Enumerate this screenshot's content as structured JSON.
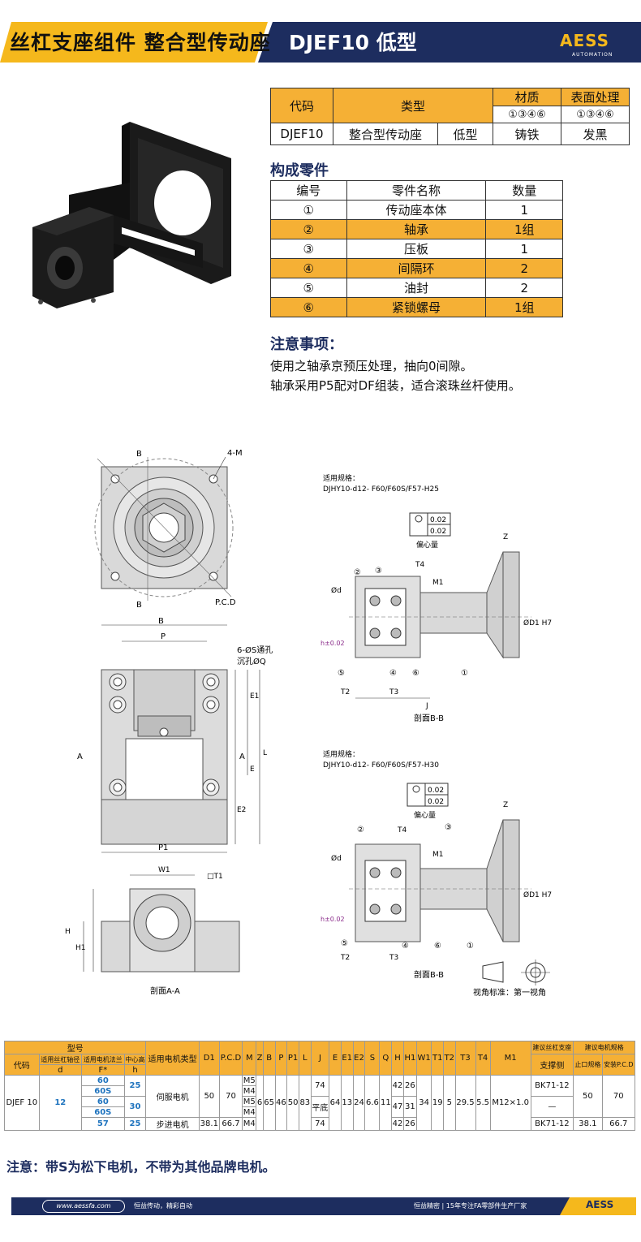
{
  "header": {
    "title": "丝杠支座组件 整合型传动座",
    "model": "DJEF10  低型",
    "logo": "AESS",
    "logo_sub": "AUTOMATION"
  },
  "spec_table": {
    "col_code": "代码",
    "col_type": "类型",
    "col_material": "材质",
    "col_surface": "表面处理",
    "material_options": "①③④⑥",
    "surface_options": "①③④⑥",
    "row": {
      "code": "DJEF10",
      "type": "整合型传动座",
      "subtype": "低型",
      "material": "铸铁",
      "surface": "发黑"
    }
  },
  "parts": {
    "title": "构成零件",
    "headers": [
      "编号",
      "零件名称",
      "数量"
    ],
    "rows": [
      [
        "①",
        "传动座本体",
        "1"
      ],
      [
        "②",
        "轴承",
        "1组"
      ],
      [
        "③",
        "压板",
        "1"
      ],
      [
        "④",
        "间隔环",
        "2"
      ],
      [
        "⑤",
        "油封",
        "2"
      ],
      [
        "⑥",
        "紧锁螺母",
        "1组"
      ]
    ]
  },
  "notes": {
    "title": "注意事项：",
    "lines": [
      "使用之轴承京预压处理，抽向0间隙。",
      "轴承采用P5配对DF组装，适合滚珠丝杆使用。"
    ]
  },
  "drawing": {
    "front_labels": {
      "b_top": "B",
      "b_bot": "B",
      "m": "4-M",
      "pcd": "P.C.D"
    },
    "side_labels": {
      "b": "B",
      "p": "P",
      "s": "6-ØS通孔",
      "q": "沉孔ØQ",
      "a_left": "A",
      "a_right": "A",
      "e1": "E1",
      "e": "E",
      "l": "L",
      "e2": "E2",
      "p1": "P1"
    },
    "section_labels": {
      "w1": "W1",
      "t1": "□T1",
      "h": "H",
      "h1": "H1",
      "caption": "剖面A-A"
    },
    "sec1": {
      "spec_title": "适用规格：",
      "spec": "DJHY10-d12- F60/F60S/F57-H25",
      "tol1": "0.02",
      "tol2": "0.02",
      "eccentric": "偏心量",
      "z": "Z",
      "t4": "T4",
      "m1": "M1",
      "d": "Ød",
      "d1": "ØD1 H7",
      "h": "h±0.02",
      "t2": "T2",
      "t3": "T3",
      "j": "J",
      "caption": "剖面B-B",
      "n1": "①",
      "n2": "②",
      "n3": "③",
      "n4": "④",
      "n5": "⑤",
      "n6": "⑥"
    },
    "sec2": {
      "spec_title": "适用规格：",
      "spec": "DJHY10-d12- F60/F60S/F57-H30",
      "tol1": "0.02",
      "tol2": "0.02",
      "eccentric": "偏心量",
      "z": "Z",
      "t4": "T4",
      "m1": "M1",
      "d": "Ød",
      "d1": "ØD1 H7",
      "h": "h±0.02",
      "t2": "T2",
      "t3": "T3",
      "caption": "剖面B-B",
      "n1": "①",
      "n2": "②",
      "n3": "③",
      "n4": "④",
      "n5": "⑤",
      "n6": "⑥"
    },
    "projection": "视角标准：第一视角"
  },
  "bottom_table": {
    "group_model": "型号",
    "h_code": "代码",
    "h_d": "适用丝杠轴径",
    "h_f": "适用电机法兰",
    "h_h": "中心高",
    "h_motor": "适用电机类型",
    "sub_d": "d",
    "sub_f": "F*",
    "sub_h": "h",
    "cols": [
      "D1",
      "P.C.D",
      "M",
      "Z",
      "B",
      "P",
      "P1",
      "L",
      "J",
      "E",
      "E1",
      "E2",
      "S",
      "Q",
      "H",
      "H1",
      "W1",
      "T1",
      "T2",
      "T3",
      "T4",
      "M1"
    ],
    "h_support": "建议丝杠支座",
    "h_support_sub": "支撑侧",
    "h_motor_spec": "建议电机规格",
    "h_stop": "止口规格",
    "h_pcd": "安装P.C.D",
    "code": "DJEF 10",
    "d": "12",
    "f": [
      "60",
      "60S",
      "60",
      "60S",
      "57"
    ],
    "h": [
      "25",
      "30",
      "25"
    ],
    "motor1": "伺服电机",
    "motor2": "步进电机",
    "d1a": "50",
    "pcda": "70",
    "d1b": "38.1",
    "pcdb": "66.7",
    "m": [
      "M5",
      "M4",
      "M5",
      "M4",
      "M4"
    ],
    "z": "6",
    "b": "65",
    "p": "46",
    "p1": "50",
    "l": "83",
    "j1": "74",
    "j2": "平底",
    "j3": "74",
    "e": "64",
    "e1": "13",
    "e2": "24",
    "s": "6.6",
    "q": "11",
    "hh": [
      "42",
      "47",
      "42"
    ],
    "h1": [
      "26",
      "31",
      "26"
    ],
    "w1": "34",
    "t1": "19",
    "t2": "5",
    "t3": "29.5",
    "t4": "5.5",
    "m1": "M12×1.0",
    "support1": "BK71-12",
    "support2": "—",
    "support3": "BK71-12",
    "stop1": "50",
    "pcd1": "70",
    "stop2": "38.1",
    "pcd2": "66.7"
  },
  "footnote": "注意：带S为松下电机，不带为其他品牌电机。",
  "footer": {
    "url": "www.aessfa.com",
    "slogan": "恒益传动，精彩自动",
    "company": "恒益精密 | 15年专注FA零部件生产厂家",
    "logo": "AESS"
  }
}
